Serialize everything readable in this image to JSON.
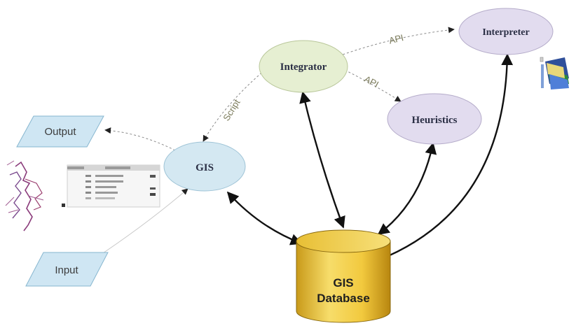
{
  "nodes": {
    "integrator": "Integrator",
    "interpreter": "Interpreter",
    "heuristics": "Heuristics",
    "gis": "GIS",
    "output": "Output",
    "input": "Input",
    "database_line1": "GIS",
    "database_line2": "Database"
  },
  "edge_labels": {
    "integrator_to_interpreter": "API",
    "integrator_to_heuristics": "API",
    "integrator_to_gis": "Script"
  },
  "colors": {
    "integrator_fill": "#e6efd2",
    "gis_fill": "#d4e8f2",
    "purple_fill": "#e2dcef",
    "parallelogram_fill": "#cfe6f3",
    "database_fill": "#f3cf4a",
    "arrow_bold": "#111111",
    "arrow_dashed": "#8a8a8a"
  }
}
